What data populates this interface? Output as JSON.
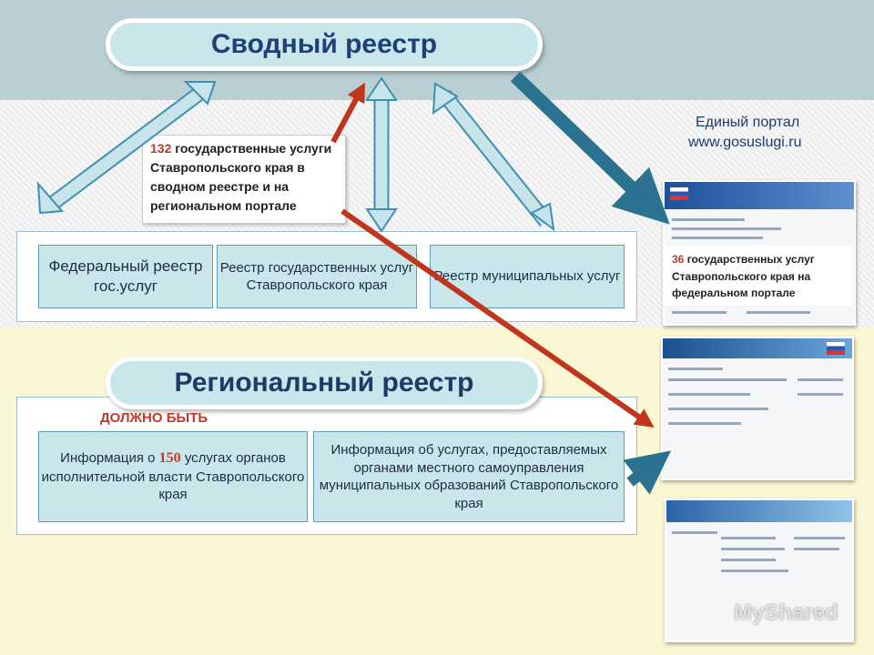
{
  "title": "Сводный реестр",
  "regional_title": "Региональный реестр",
  "portal": {
    "title": "Единый портал",
    "url": "www.gosuslugi.ru"
  },
  "note": {
    "number": "132",
    "text": " государственные услуги Ставропольского края в сводном реестре и на региональном портале"
  },
  "federal_callout": {
    "number": "36",
    "text": " государственных услуг Ставропольского края на федеральном портале"
  },
  "registries": {
    "federal": "Федеральный реестр гос.услуг",
    "state": "Реестр государственных услуг Ставропольского края",
    "municipal": "Реестр муниципальных услуг"
  },
  "must_be": "ДОЛЖНО БЫТЬ",
  "info1": {
    "prefix": "Информация о ",
    "number": "150",
    "suffix": " услугах органов исполнительной власти Ставропольского края"
  },
  "info2": "Информация об услугах, предоставляемых органами местного самоуправления муниципальных образований Ставропольского края",
  "watermark": "MyShared",
  "colors": {
    "blue_arrow": "#2b7190",
    "red_arrow": "#c0361c",
    "light_arrow": "#c7e4ea",
    "arrow_outline": "#3f8fb3",
    "title_text": "#1f3f7a",
    "highlight": "#c0392b"
  }
}
